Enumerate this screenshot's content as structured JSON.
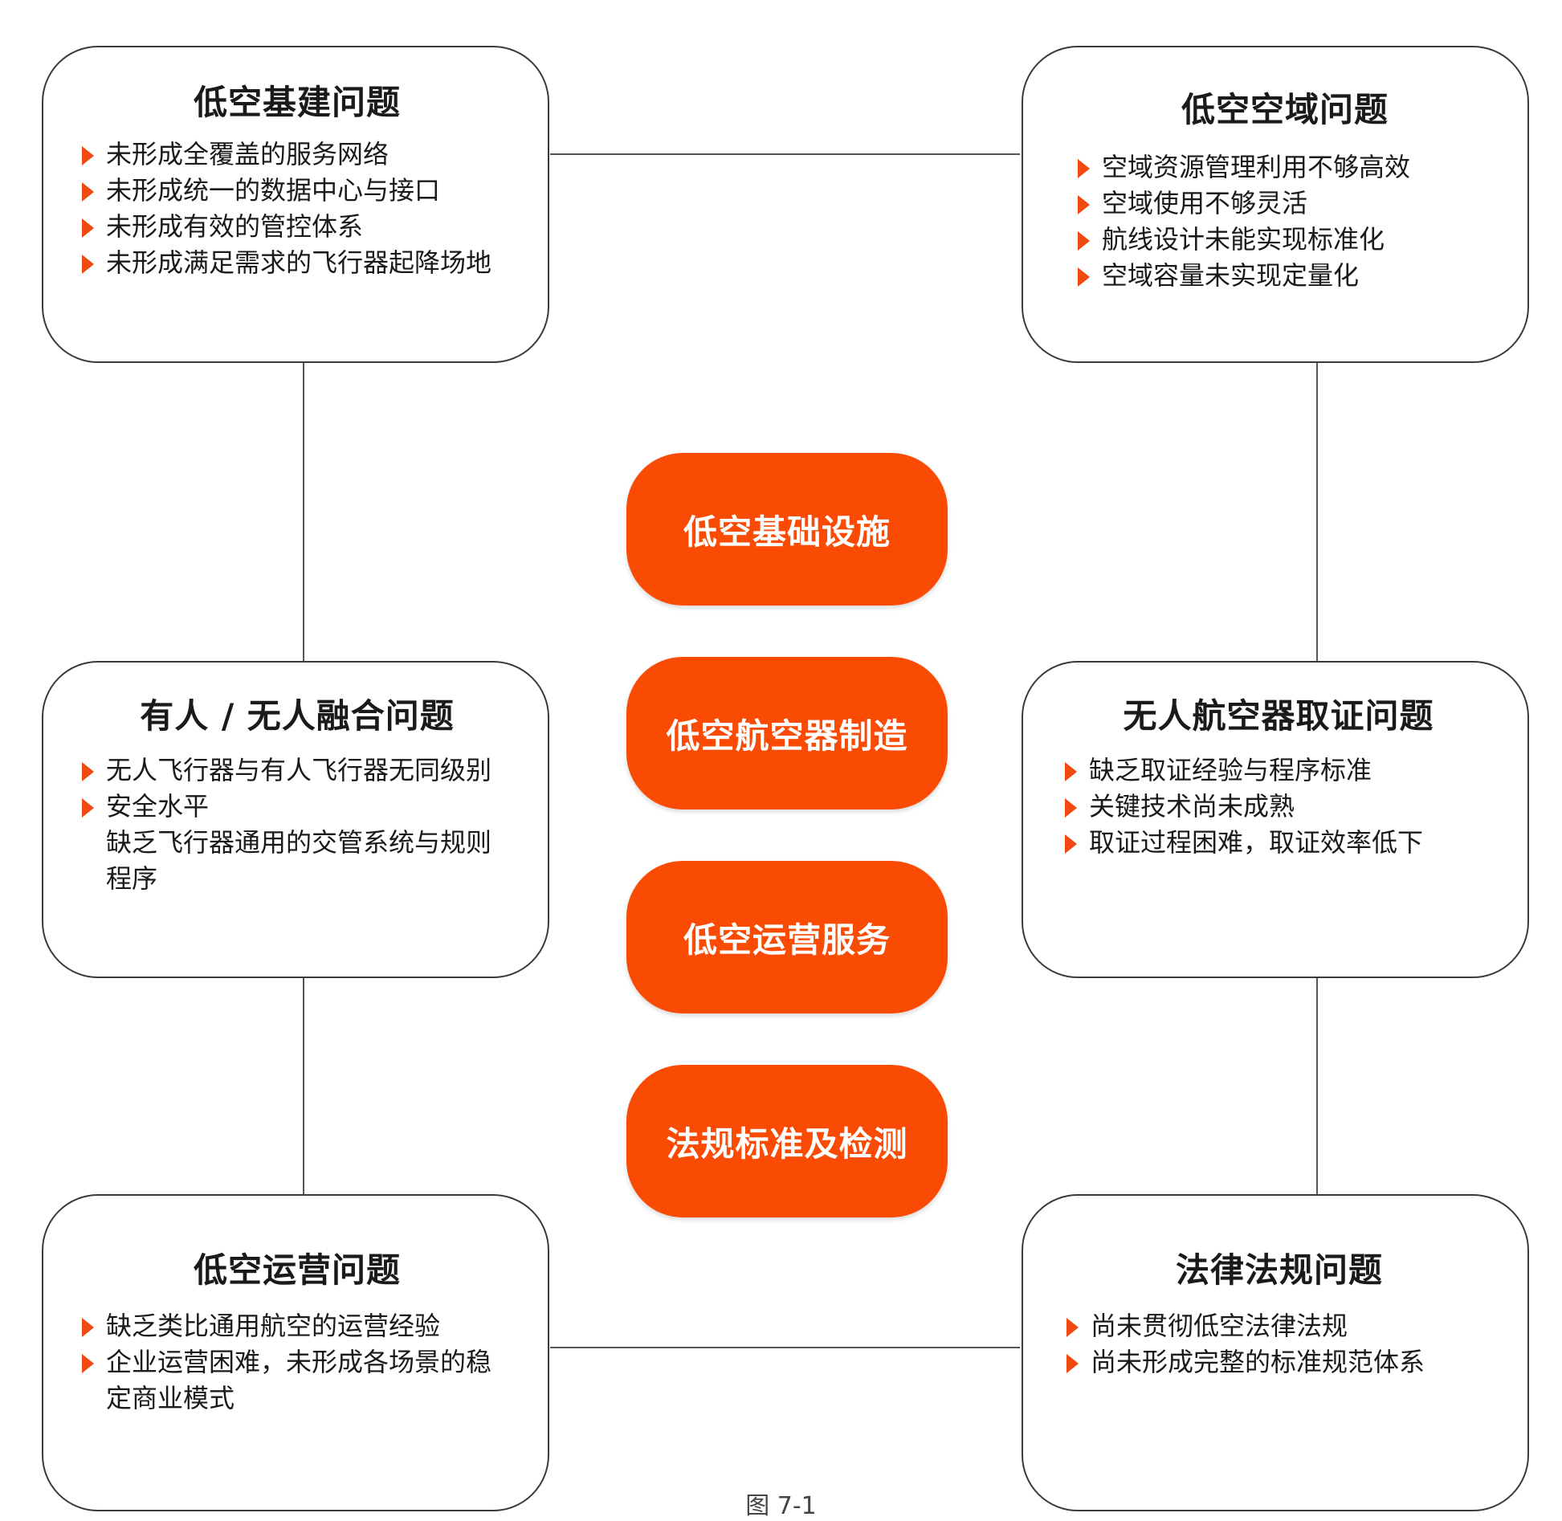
{
  "colors": {
    "accent": "#fa4b05",
    "bullet": "#f04a12",
    "border": "#3a3a3a"
  },
  "boxes": {
    "infra": {
      "title": "低空基建问题",
      "items": [
        "未形成全覆盖的服务网络",
        "未形成统一的数据中心与接口",
        "未形成有效的管控体系",
        "未形成满足需求的飞行器起降场地"
      ]
    },
    "airspace": {
      "title": "低空空域问题",
      "items": [
        "空域资源管理利用不够高效",
        "空域使用不够灵活",
        "航线设计未能实现标准化",
        "空域容量未实现定量化"
      ]
    },
    "fusion": {
      "title": "有人 / 无人融合问题",
      "items": [
        "无人飞行器与有人飞行器无同级别",
        "安全水平",
        "缺乏飞行器通用的交管系统与规则",
        "程序"
      ]
    },
    "cert": {
      "title": "无人航空器取证问题",
      "items": [
        "缺乏取证经验与程序标准",
        "关键技术尚未成熟",
        "取证过程困难，取证效率低下"
      ]
    },
    "ops": {
      "title": "低空运营问题",
      "items": [
        "缺乏类比通用航空的运营经验",
        "企业运营困难，未形成各场景的稳",
        "定商业模式"
      ]
    },
    "law": {
      "title": "法律法规问题",
      "items": [
        "尚未贯彻低空法律法规",
        "尚未形成完整的标准规范体系"
      ]
    }
  },
  "pills": [
    "低空基础设施",
    "低空航空器制造",
    "低空运营服务",
    "法规标准及检测"
  ],
  "caption": "图 7-1"
}
